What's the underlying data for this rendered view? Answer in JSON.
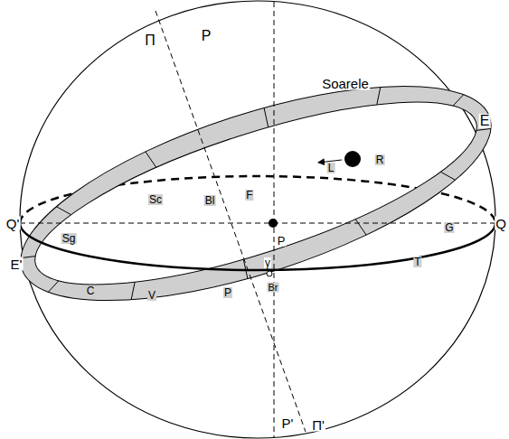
{
  "diagram": {
    "labels": [
      "Π",
      "P",
      "Soarele",
      "E",
      "L",
      "R",
      "Sc",
      "Bl",
      "F",
      "Q'",
      "Q",
      "Sg",
      "G",
      "P",
      "γ",
      "E'",
      "T",
      "C",
      "V",
      "P",
      "Br",
      "P'",
      "Π'"
    ]
  }
}
